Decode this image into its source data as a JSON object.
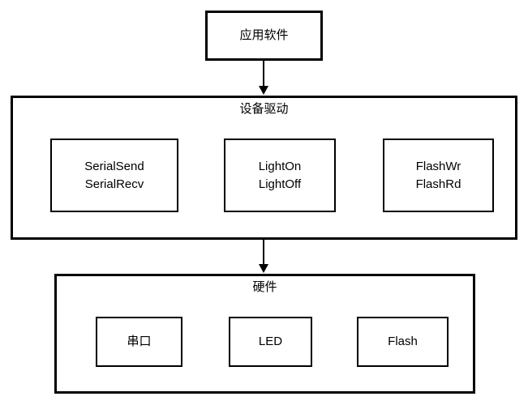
{
  "diagram": {
    "app_box": {
      "label": "应用软件"
    },
    "driver_container": {
      "label": "设备驱动",
      "boxes": [
        {
          "line1": "SerialSend",
          "line2": "SerialRecv"
        },
        {
          "line1": "LightOn",
          "line2": "LightOff"
        },
        {
          "line1": "FlashWr",
          "line2": "FlashRd"
        }
      ]
    },
    "hardware_container": {
      "label": "硬件",
      "boxes": [
        {
          "label": "串口"
        },
        {
          "label": "LED"
        },
        {
          "label": "Flash"
        }
      ]
    },
    "colors": {
      "line": "#000000",
      "background": "#ffffff",
      "text": "#000000"
    }
  }
}
